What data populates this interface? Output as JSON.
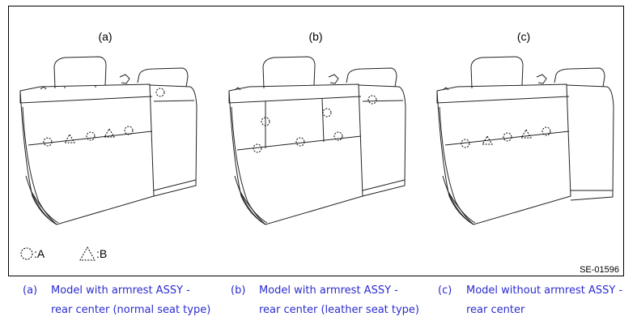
{
  "figure": {
    "panel_labels": [
      "(a)",
      "(b)",
      "(c)"
    ],
    "legend": {
      "circle_label": ":A",
      "triangle_label": ":B"
    },
    "figure_id": "SE-01596"
  },
  "captions": [
    {
      "letter": "(a)",
      "line1": "Model with armrest ASSY -",
      "line2": "rear center (normal seat type)"
    },
    {
      "letter": "(b)",
      "line1": "Model with armrest ASSY -",
      "line2": "rear center (leather seat type)"
    },
    {
      "letter": "(c)",
      "line1": "Model without armrest ASSY -",
      "line2": "rear center"
    }
  ],
  "colors": {
    "caption_text": "#2b2bd0",
    "line": "#222222",
    "frame": "#000000"
  }
}
